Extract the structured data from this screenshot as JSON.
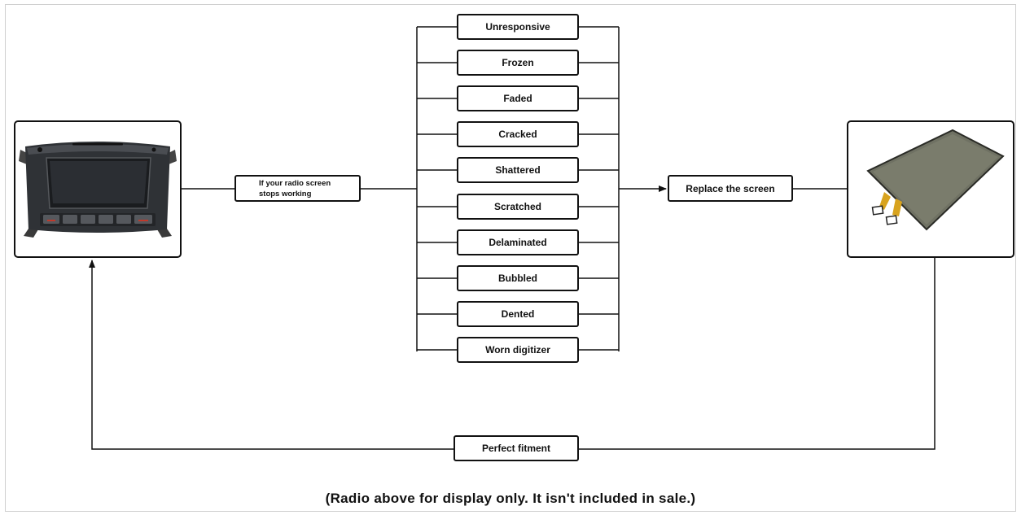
{
  "start": {
    "label": "If your radio screen\nstops working"
  },
  "issues": [
    "Unresponsive",
    "Frozen",
    "Faded",
    "Cracked",
    "Shattered",
    "Scratched",
    "Delaminated",
    "Bubbled",
    "Dented",
    "Worn digitizer"
  ],
  "action": {
    "label": "Replace the screen"
  },
  "fitment": {
    "label": "Perfect fitment"
  },
  "caption": "(Radio above for display only. It isn't included in sale.)",
  "images": {
    "left": "car-radio-head-unit",
    "right": "replacement-touch-screen"
  },
  "colors": {
    "line": "#111111",
    "box_border": "#111111",
    "background": "#ffffff"
  }
}
